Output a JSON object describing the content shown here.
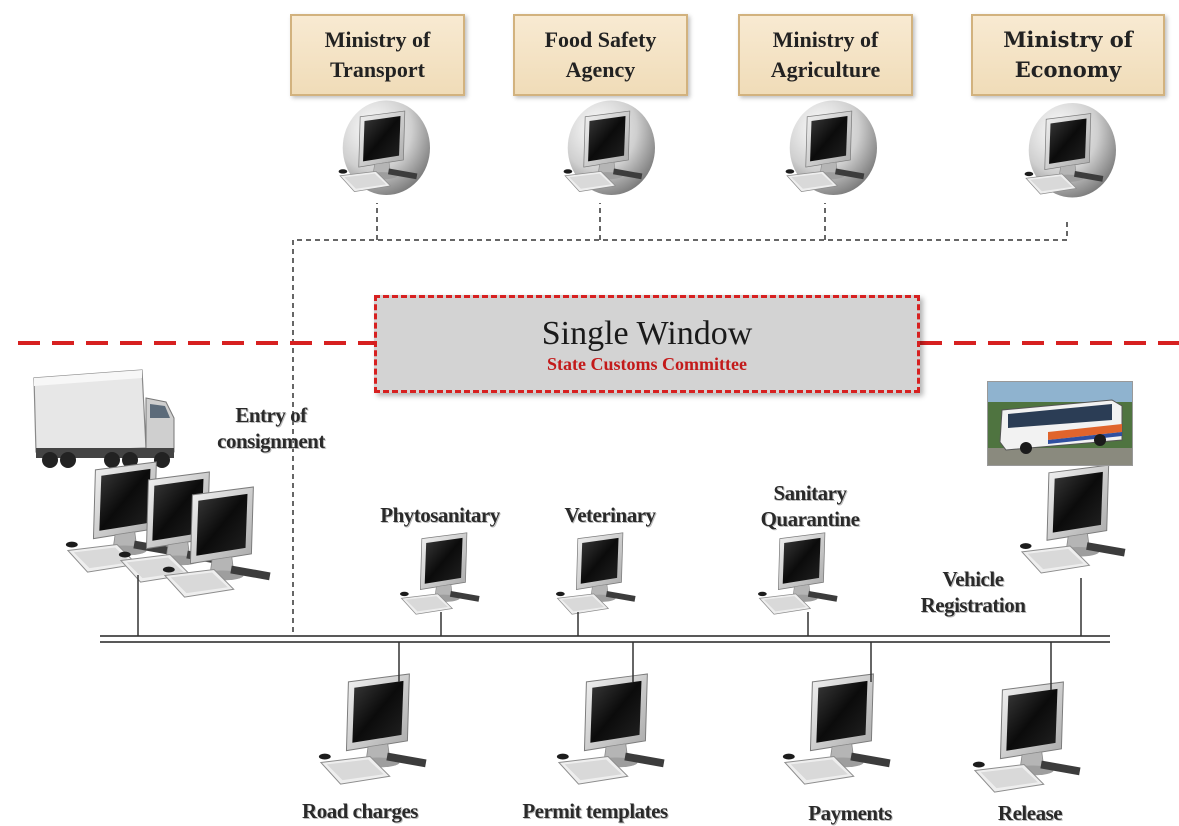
{
  "ministries": [
    {
      "label": "Ministry of\nTransport"
    },
    {
      "label": "Food Safety\nAgency"
    },
    {
      "label": "Ministry of\nAgriculture"
    },
    {
      "label": "Ministry of\nEconomy"
    }
  ],
  "single_window": {
    "title": "Single Window",
    "subtitle": "State Customs Committee"
  },
  "entry_label": "Entry of\nconsignment",
  "upper_services": [
    {
      "label": "Phytosanitary"
    },
    {
      "label": "Veterinary"
    },
    {
      "label": "Sanitary\nQuarantine"
    },
    {
      "label": "Vehicle\nRegistration"
    }
  ],
  "lower_services": [
    {
      "label": "Road charges"
    },
    {
      "label": "Permit templates"
    },
    {
      "label": "Payments"
    },
    {
      "label": "Release"
    }
  ],
  "icons": {
    "truck": "truck-icon",
    "bus": "bus-photo",
    "computer": "computer-icon"
  },
  "colors": {
    "ministry_fill": "#f3e2c4",
    "ministry_border": "#d2b27e",
    "single_window_fill": "#d3d3d3",
    "dashed_red": "#d72020",
    "subtitle_red": "#c31a1a"
  }
}
